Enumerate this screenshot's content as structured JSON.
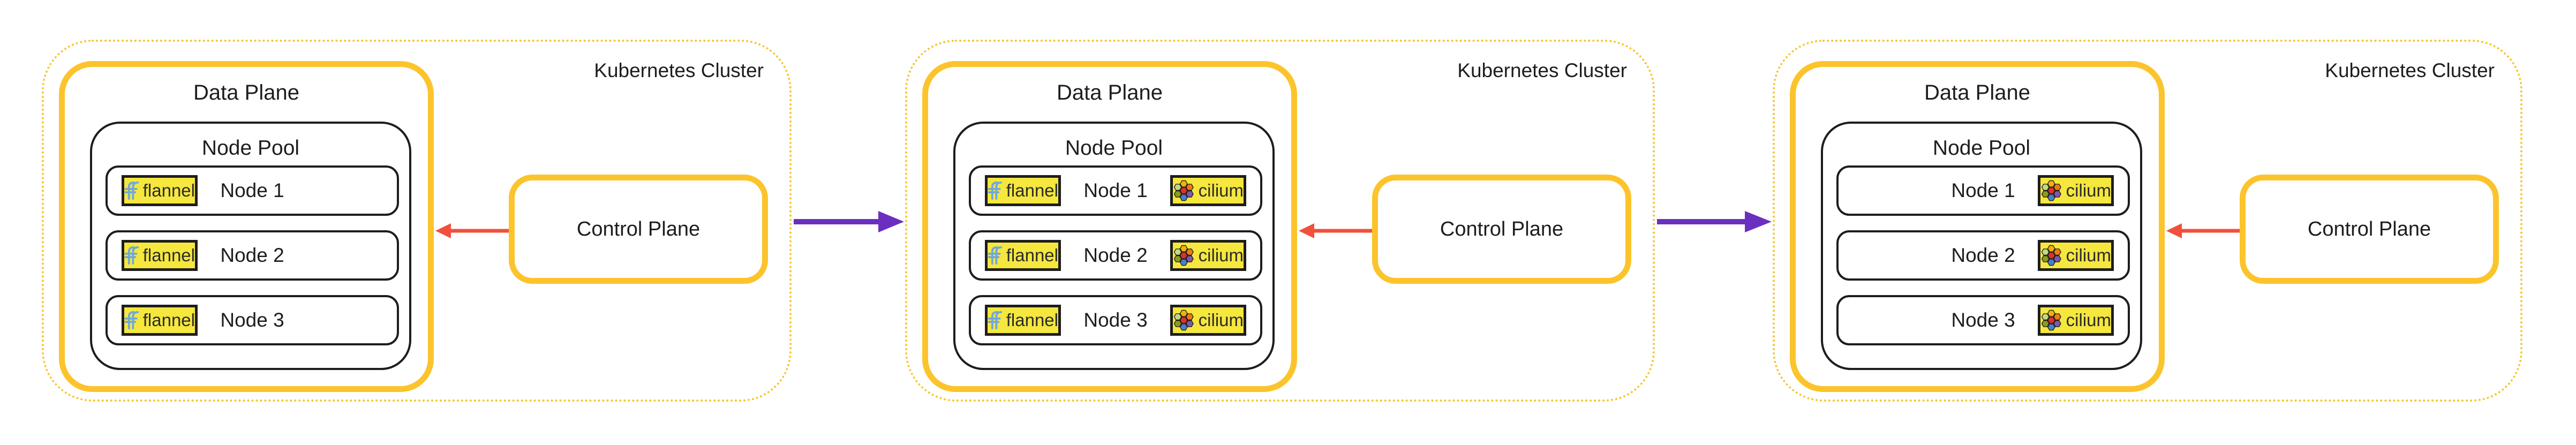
{
  "clusters": [
    {
      "label": "Kubernetes Cluster",
      "data_plane": {
        "title": "Data Plane",
        "node_pool": {
          "title": "Node Pool",
          "nodes": [
            {
              "name": "Node 1",
              "cni": [
                "flannel"
              ]
            },
            {
              "name": "Node 2",
              "cni": [
                "flannel"
              ]
            },
            {
              "name": "Node 3",
              "cni": [
                "flannel"
              ]
            }
          ]
        }
      },
      "control_plane": {
        "title": "Control Plane"
      }
    },
    {
      "label": "Kubernetes Cluster",
      "data_plane": {
        "title": "Data Plane",
        "node_pool": {
          "title": "Node Pool",
          "nodes": [
            {
              "name": "Node 1",
              "cni": [
                "flannel",
                "cilium"
              ]
            },
            {
              "name": "Node 2",
              "cni": [
                "flannel",
                "cilium"
              ]
            },
            {
              "name": "Node 3",
              "cni": [
                "flannel",
                "cilium"
              ]
            }
          ]
        }
      },
      "control_plane": {
        "title": "Control Plane"
      }
    },
    {
      "label": "Kubernetes Cluster",
      "data_plane": {
        "title": "Data Plane",
        "node_pool": {
          "title": "Node Pool",
          "nodes": [
            {
              "name": "Node 1",
              "cni": [
                "cilium"
              ]
            },
            {
              "name": "Node 2",
              "cni": [
                "cilium"
              ]
            },
            {
              "name": "Node 3",
              "cni": [
                "cilium"
              ]
            }
          ]
        }
      },
      "control_plane": {
        "title": "Control Plane"
      }
    }
  ],
  "badges": {
    "flannel": {
      "label": "flannel",
      "bg": "#f5e73e",
      "logo_color": "#6fa8dc"
    },
    "cilium": {
      "label": "cilium",
      "bg": "#f5e73e",
      "logo_colors": {
        "top": "#f3b10a",
        "upper_left": "#c4d885",
        "upper_right": "#ee7b15",
        "center": "#e03128",
        "lower_left": "#8a9c1d",
        "lower_right": "#7f58a8",
        "bottom": "#477fd2"
      }
    }
  },
  "arrows": {
    "control_to_data": {
      "color": "#f0503c",
      "direction": "left"
    },
    "cluster_to_cluster": {
      "color": "#6b2fbf",
      "direction": "right"
    }
  },
  "colors": {
    "cluster_dotted_border": "#f6c62d",
    "plane_border": "#fcc42c",
    "node_border": "#1d1d1d",
    "text": "#1d1d1d",
    "background": "#ffffff"
  }
}
